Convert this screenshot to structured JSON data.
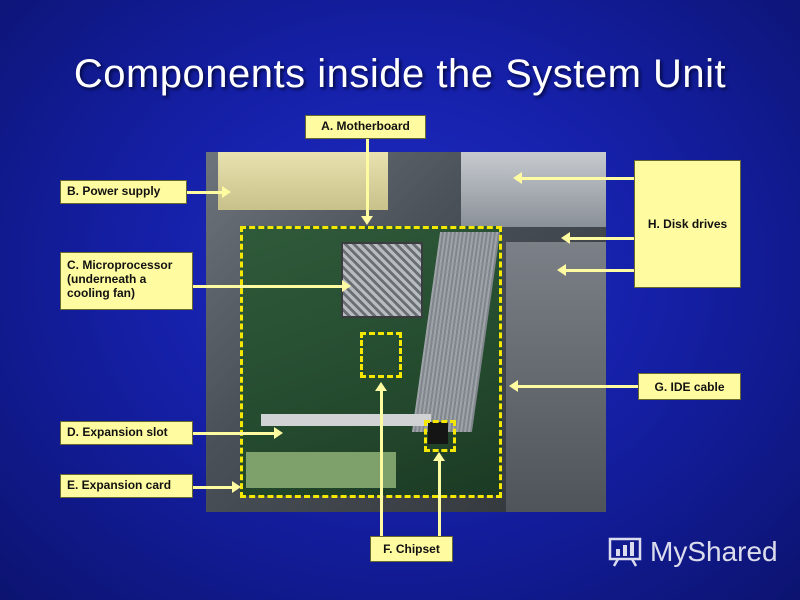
{
  "slide": {
    "title": "Components inside the System Unit"
  },
  "labels": {
    "motherboard": "A. Motherboard",
    "power_supply": "B. Power supply",
    "microprocessor_line1": "C. Microprocessor",
    "microprocessor_line2": "(underneath a",
    "microprocessor_line3": "cooling fan)",
    "expansion_slot": "D. Expansion slot",
    "expansion_card": "E. Expansion card",
    "chipset": "F. Chipset",
    "ide_cable": "G. IDE cable",
    "disk_drives": "H. Disk drives"
  },
  "colors": {
    "background": "#1520a8",
    "label_fill": "#fffba0",
    "highlight": "#f5e800",
    "title_text": "#ffffff"
  },
  "watermark": {
    "text": "MyShared",
    "icon": "presentation-board-icon"
  }
}
